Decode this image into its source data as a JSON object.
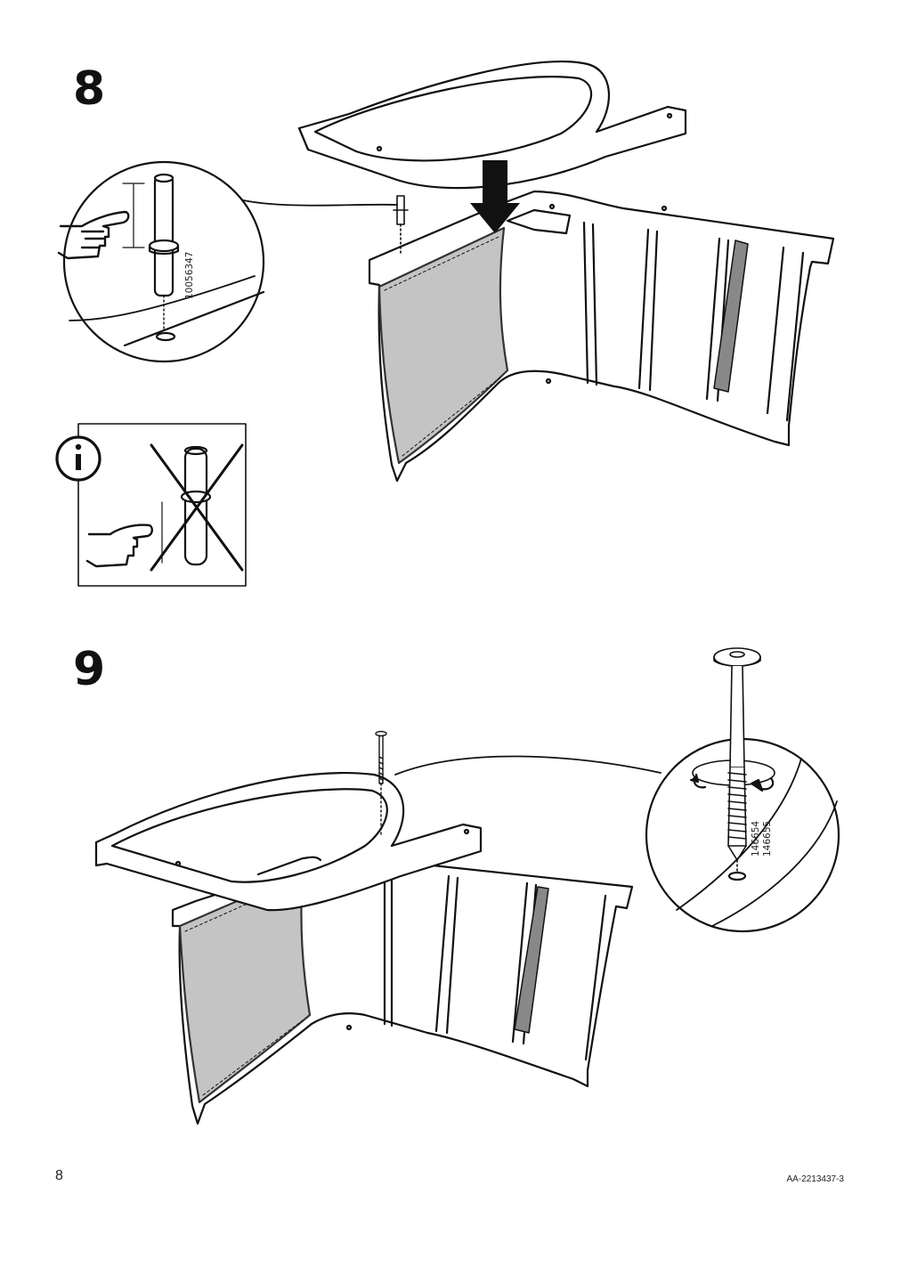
{
  "steps": [
    {
      "number": "8",
      "part_number": "10056347"
    },
    {
      "number": "9",
      "part_numbers": [
        "146654",
        "146655"
      ]
    }
  ],
  "info_icon": "info-circle-icon",
  "footer": {
    "page_number": "8",
    "document_code": "AA-2213437-3"
  },
  "colors": {
    "line": "#111111",
    "fabric": "#c4c4c4",
    "background": "#ffffff"
  }
}
